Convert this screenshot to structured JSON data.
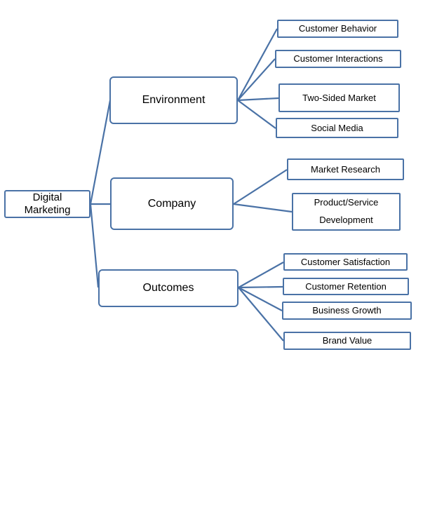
{
  "diagram": {
    "line_color": "#4a72a6",
    "root": {
      "label": "Digital Marketing"
    },
    "environment": {
      "label": "Environment",
      "children": [
        "Customer Behavior",
        "Customer Interactions",
        "Two-Sided Market",
        "Social Media"
      ]
    },
    "company": {
      "label": "Company",
      "children": [
        "Market Research",
        "Product/Service Development"
      ]
    },
    "outcomes": {
      "label": "Outcomes",
      "children": [
        "Customer Satisfaction",
        "Customer Retention",
        "Business Growth",
        "Brand Value"
      ]
    }
  }
}
